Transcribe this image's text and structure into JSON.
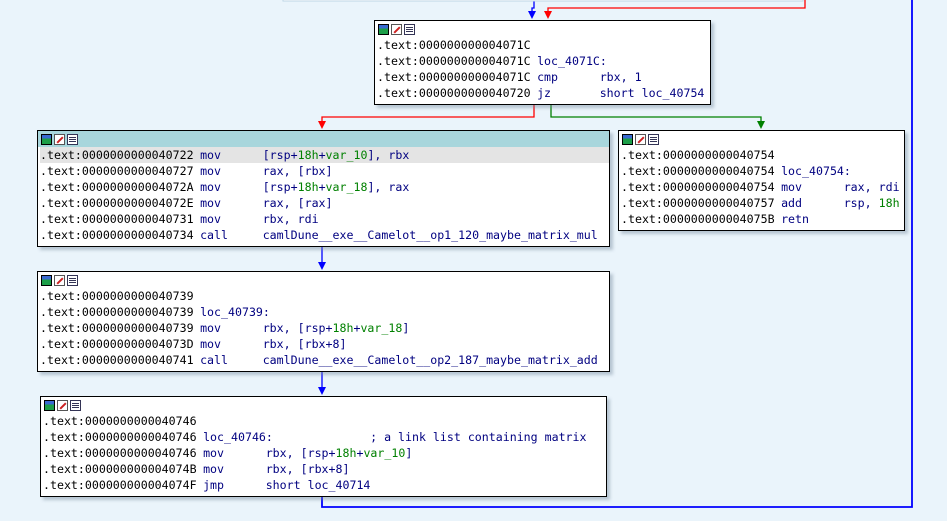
{
  "colors": {
    "background": "#eaf4fb",
    "edge_true": "#008000",
    "edge_false": "#ff0000",
    "edge_jump": "#0000ff",
    "operand_text": "#000080",
    "stack_var": "#008000",
    "selected_header": "#a8d6dc"
  },
  "header_icons": [
    "graph-icon",
    "edit-icon",
    "list-icon"
  ],
  "blocks": [
    {
      "name": "block-4071c",
      "lines": [
        {
          "addr": ".text:000000000004071C",
          "label": "",
          "mnem": "",
          "ops": ""
        },
        {
          "addr": ".text:000000000004071C",
          "label": "loc_4071C:",
          "mnem": "",
          "ops": ""
        },
        {
          "addr": ".text:000000000004071C",
          "label": "",
          "mnem": "cmp",
          "ops": "rbx, 1"
        },
        {
          "addr": ".text:0000000000040720",
          "label": "",
          "mnem": "jz",
          "ops": "short loc_40754"
        }
      ]
    },
    {
      "name": "block-40722",
      "selected": true,
      "lines": [
        {
          "addr": ".text:0000000000040722",
          "label": "",
          "mnem": "mov",
          "ops_parts": [
            "[rsp+",
            "18h",
            "+",
            "var_10",
            "], rbx"
          ]
        },
        {
          "addr": ".text:0000000000040727",
          "label": "",
          "mnem": "mov",
          "ops": "rax, [rbx]"
        },
        {
          "addr": ".text:000000000004072A",
          "label": "",
          "mnem": "mov",
          "ops_parts": [
            "[rsp+",
            "18h",
            "+",
            "var_18",
            "], rax"
          ]
        },
        {
          "addr": ".text:000000000004072E",
          "label": "",
          "mnem": "mov",
          "ops": "rax, [rax]"
        },
        {
          "addr": ".text:0000000000040731",
          "label": "",
          "mnem": "mov",
          "ops": "rbx, rdi"
        },
        {
          "addr": ".text:0000000000040734",
          "label": "",
          "mnem": "call",
          "ops": "camlDune__exe__Camelot__op1_120_maybe_matrix_mul"
        }
      ]
    },
    {
      "name": "block-40754",
      "lines": [
        {
          "addr": ".text:0000000000040754",
          "label": "",
          "mnem": "",
          "ops": ""
        },
        {
          "addr": ".text:0000000000040754",
          "label": "loc_40754:",
          "mnem": "",
          "ops": ""
        },
        {
          "addr": ".text:0000000000040754",
          "label": "",
          "mnem": "mov",
          "ops": "rax, rdi"
        },
        {
          "addr": ".text:0000000000040757",
          "label": "",
          "mnem": "add",
          "ops_parts": [
            "rsp, ",
            "18h"
          ]
        },
        {
          "addr": ".text:000000000004075B",
          "label": "",
          "mnem": "retn",
          "ops": ""
        }
      ]
    },
    {
      "name": "block-40739",
      "lines": [
        {
          "addr": ".text:0000000000040739",
          "label": "",
          "mnem": "",
          "ops": ""
        },
        {
          "addr": ".text:0000000000040739",
          "label": "loc_40739:",
          "mnem": "",
          "ops": ""
        },
        {
          "addr": ".text:0000000000040739",
          "label": "",
          "mnem": "mov",
          "ops_parts": [
            "rbx, [rsp+",
            "18h",
            "+",
            "var_18",
            "]"
          ]
        },
        {
          "addr": ".text:000000000004073D",
          "label": "",
          "mnem": "mov",
          "ops": "rbx, [rbx+8]"
        },
        {
          "addr": ".text:0000000000040741",
          "label": "",
          "mnem": "call",
          "ops": "camlDune__exe__Camelot__op2_187_maybe_matrix_add"
        }
      ]
    },
    {
      "name": "block-40746",
      "lines": [
        {
          "addr": ".text:0000000000040746",
          "label": "",
          "mnem": "",
          "ops": ""
        },
        {
          "addr": ".text:0000000000040746",
          "label": "loc_40746:",
          "mnem": "",
          "ops": "",
          "comment": "; a link list containing matrix"
        },
        {
          "addr": ".text:0000000000040746",
          "label": "",
          "mnem": "mov",
          "ops_parts": [
            "rbx, [rsp+",
            "18h",
            "+",
            "var_10",
            "]"
          ]
        },
        {
          "addr": ".text:000000000004074B",
          "label": "",
          "mnem": "mov",
          "ops": "rbx, [rbx+8]"
        },
        {
          "addr": ".text:000000000004074F",
          "label": "",
          "mnem": "jmp",
          "ops": "short loc_40714"
        }
      ]
    }
  ]
}
